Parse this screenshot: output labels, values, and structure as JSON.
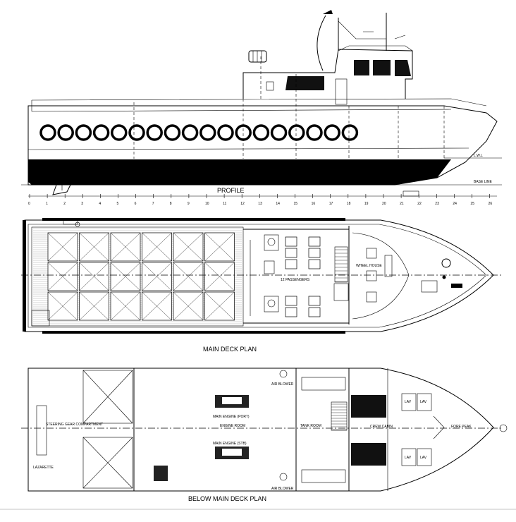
{
  "titles": {
    "profile": "PROFILE",
    "main_deck": "MAIN DECK PLAN",
    "below_deck": "BELOW MAIN DECK PLAN"
  },
  "profile": {
    "lwl": "L.W.L",
    "base_line": "BASE LINE"
  },
  "frame_numbers": [
    "0",
    "1",
    "2",
    "3",
    "4",
    "5",
    "6",
    "7",
    "8",
    "9",
    "10",
    "11",
    "12",
    "13",
    "14",
    "15",
    "16",
    "17",
    "18",
    "19",
    "20",
    "21",
    "22",
    "23",
    "24",
    "25",
    "26"
  ],
  "main_deck": {
    "passengers": "12 PASSENGERS",
    "wheel_house": "WHEEL HOUSE"
  },
  "below_deck": {
    "steering_gear": "STEERING GEAR COMPARTMENT",
    "engine_room": "ENGINE ROOM",
    "tank_room": "TANK ROOM",
    "crew_cabin": "CREW CABIN",
    "fore_peak": "FORE PEAK",
    "main_engine_port": "MAIN ENGINE (PORT)",
    "main_engine_stbd": "MAIN ENGINE (STB)",
    "air_blower": "AIR BLOWER",
    "lazarette": "LAZARETTE",
    "lavs": [
      "LAV",
      "LAV",
      "LAV",
      "LAV"
    ]
  }
}
